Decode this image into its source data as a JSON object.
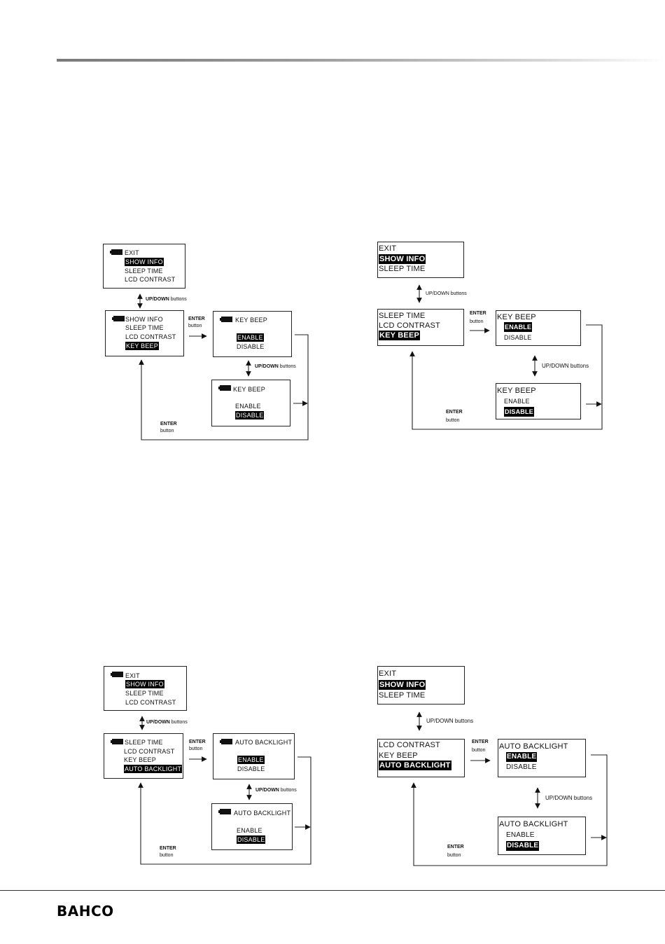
{
  "brand": "BAHCO",
  "labels": {
    "updown_bold": "UP/DOWN",
    "updown_rest": " buttons",
    "updown_full": "UP/DOWN buttons",
    "enter": "ENTER",
    "button": "button"
  },
  "menu": {
    "exit": "EXIT",
    "show_info": "SHOW INFO",
    "sleep_time": "SLEEP TIME",
    "lcd_contrast": "LCD CONTRAST",
    "key_beep": "KEY BEEP",
    "auto_backlight": "AUTO BACKLIGHT",
    "enable": "ENABLE",
    "disable": "DISABLE"
  }
}
